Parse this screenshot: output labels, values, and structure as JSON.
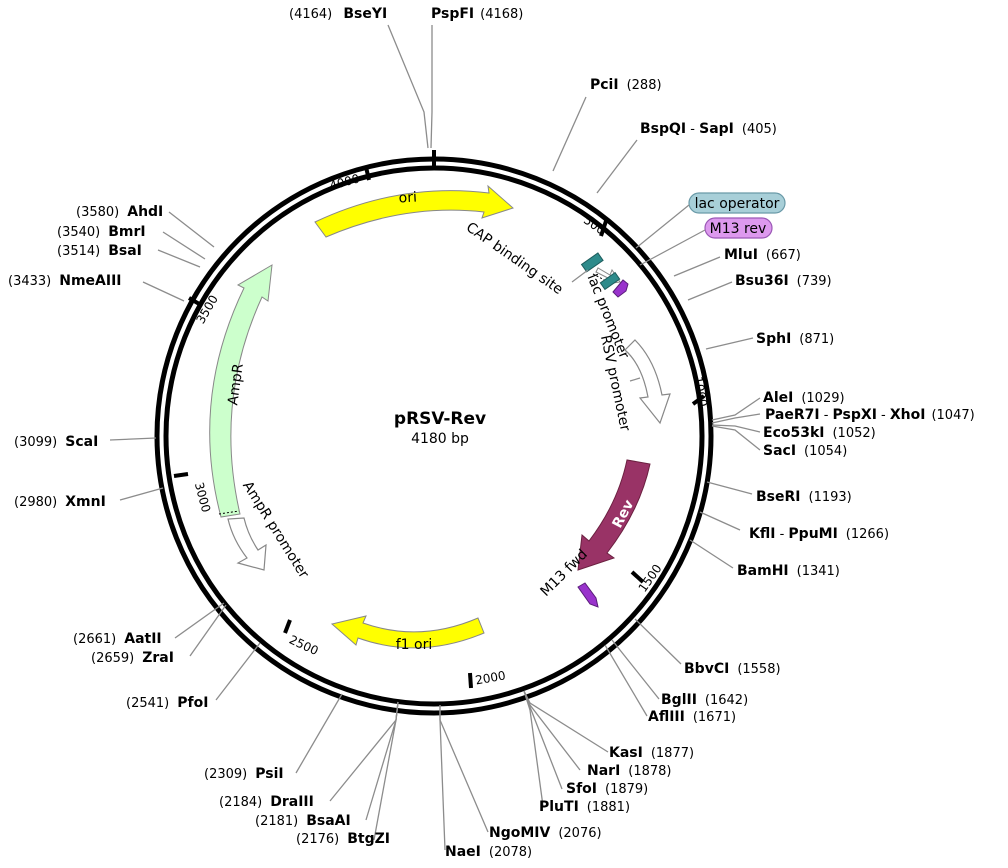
{
  "plasmid": {
    "name": "pRSV-Rev",
    "size_label": "4180 bp",
    "length": 4180
  },
  "ruler_ticks": [
    {
      "label": "500",
      "position": 500
    },
    {
      "label": "1000",
      "position": 1000
    },
    {
      "label": "1500",
      "position": 1500
    },
    {
      "label": "2000",
      "position": 2000
    },
    {
      "label": "2500",
      "position": 2500
    },
    {
      "label": "3000",
      "position": 3000
    },
    {
      "label": "3500",
      "position": 3500
    },
    {
      "label": "4000",
      "position": 4000
    }
  ],
  "enzymes": [
    {
      "name": "BseYI",
      "pos": "(4164)"
    },
    {
      "name": "PspFI",
      "pos": "(4168)"
    },
    {
      "name": "PciI",
      "pos": "(288)"
    },
    {
      "name": "BspQI",
      "sep": " - ",
      "name2": "SapI",
      "pos": "(405)"
    },
    {
      "name": "MluI",
      "pos": "(667)"
    },
    {
      "name": "Bsu36I",
      "pos": "(739)"
    },
    {
      "name": "SphI",
      "pos": "(871)"
    },
    {
      "name": "AleI",
      "pos": "(1029)"
    },
    {
      "name": "PaeR7I",
      "sep": " - ",
      "name2": "PspXI",
      "sep2": " - ",
      "name3": "XhoI",
      "pos": "(1047)"
    },
    {
      "name": "Eco53kI",
      "pos": "(1052)"
    },
    {
      "name": "SacI",
      "pos": "(1054)"
    },
    {
      "name": "BseRI",
      "pos": "(1193)"
    },
    {
      "name": "KflI",
      "sep": " - ",
      "name2": "PpuMI",
      "pos": "(1266)"
    },
    {
      "name": "BamHI",
      "pos": "(1341)"
    },
    {
      "name": "BbvCI",
      "pos": "(1558)"
    },
    {
      "name": "BglII",
      "pos": "(1642)"
    },
    {
      "name": "AflIII",
      "pos": "(1671)"
    },
    {
      "name": "KasI",
      "pos": "(1877)"
    },
    {
      "name": "NarI",
      "pos": "(1878)"
    },
    {
      "name": "SfoI",
      "pos": "(1879)"
    },
    {
      "name": "PluTI",
      "pos": "(1881)"
    },
    {
      "name": "NgoMIV",
      "pos": "(2076)"
    },
    {
      "name": "NaeI",
      "pos": "(2078)"
    },
    {
      "name": "BtgZI",
      "pos": "(2176)"
    },
    {
      "name": "BsaAI",
      "pos": "(2181)"
    },
    {
      "name": "DraIII",
      "pos": "(2184)"
    },
    {
      "name": "PsiI",
      "pos": "(2309)"
    },
    {
      "name": "PfoI",
      "pos": "(2541)"
    },
    {
      "name": "ZraI",
      "pos": "(2659)"
    },
    {
      "name": "AatII",
      "pos": "(2661)"
    },
    {
      "name": "XmnI",
      "pos": "(2980)"
    },
    {
      "name": "ScaI",
      "pos": "(3099)"
    },
    {
      "name": "NmeAIII",
      "pos": "(3433)"
    },
    {
      "name": "BsaI",
      "pos": "(3514)"
    },
    {
      "name": "BmrI",
      "pos": "(3540)"
    },
    {
      "name": "AhdI",
      "pos": "(3580)"
    }
  ],
  "features": [
    {
      "label": "ori",
      "color": "#ffff00"
    },
    {
      "label": "f1 ori",
      "color": "#ffff00"
    },
    {
      "label": "AmpR",
      "color": "#ccffcc"
    },
    {
      "label": "AmpR promoter",
      "color": "#ffffff"
    },
    {
      "label": "Rev",
      "color": "#993366"
    },
    {
      "label": "RSV promoter",
      "color": "#ffffff"
    },
    {
      "label": "lac promoter",
      "color": "#ffffff"
    },
    {
      "label": "CAP binding site",
      "color": "#2e8b8b"
    },
    {
      "label": "lac operator",
      "color": "#a8cfd8"
    },
    {
      "label": "M13 rev",
      "color": "#dd99ee"
    },
    {
      "label": "M13 fwd",
      "color": "#9933cc"
    }
  ]
}
